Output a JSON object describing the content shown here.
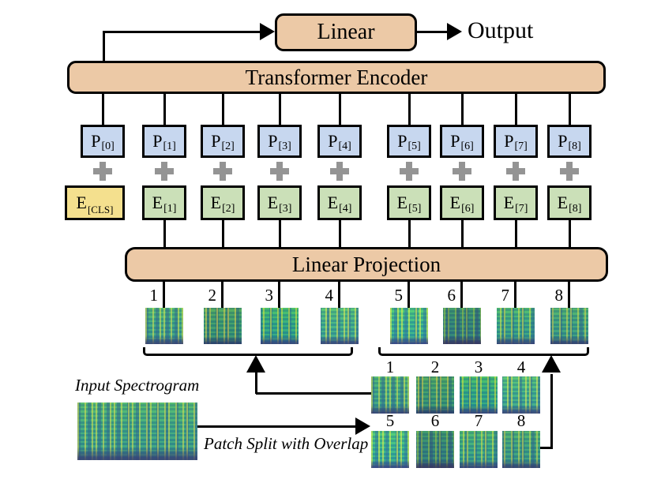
{
  "diagram": {
    "output_label": "Output",
    "linear_label": "Linear",
    "transformer_label": "Transformer Encoder",
    "projection_label": "Linear Projection",
    "input_spectrogram_label": "Input Spectrogram",
    "patch_split_label": "Patch Split with Overlap"
  },
  "icons": {
    "plus": "+",
    "arrow_right": "→",
    "arrow_up": "↑"
  },
  "columns": [
    {
      "pos": "P",
      "pos_sub": "[0]",
      "emb": "E",
      "emb_sub": "[CLS]"
    },
    {
      "pos": "P",
      "pos_sub": "[1]",
      "emb": "E",
      "emb_sub": "[1]"
    },
    {
      "pos": "P",
      "pos_sub": "[2]",
      "emb": "E",
      "emb_sub": "[2]"
    },
    {
      "pos": "P",
      "pos_sub": "[3]",
      "emb": "E",
      "emb_sub": "[3]"
    },
    {
      "pos": "P",
      "pos_sub": "[4]",
      "emb": "E",
      "emb_sub": "[4]"
    },
    {
      "pos": "P",
      "pos_sub": "[5]",
      "emb": "E",
      "emb_sub": "[5]"
    },
    {
      "pos": "P",
      "pos_sub": "[6]",
      "emb": "E",
      "emb_sub": "[6]"
    },
    {
      "pos": "P",
      "pos_sub": "[7]",
      "emb": "E",
      "emb_sub": "[7]"
    },
    {
      "pos": "P",
      "pos_sub": "[8]",
      "emb": "E",
      "emb_sub": "[8]"
    }
  ],
  "patch_numbers": [
    "1",
    "2",
    "3",
    "4",
    "5",
    "6",
    "7",
    "8"
  ],
  "grid_numbers": [
    "1",
    "2",
    "3",
    "4",
    "5",
    "6",
    "7",
    "8"
  ],
  "colors": {
    "box_tan": "#ecc9a6",
    "box_blue": "#c7d7ef",
    "box_green": "#cbe0b8",
    "box_yellow": "#f4e08e",
    "plus_gray": "#949494"
  }
}
